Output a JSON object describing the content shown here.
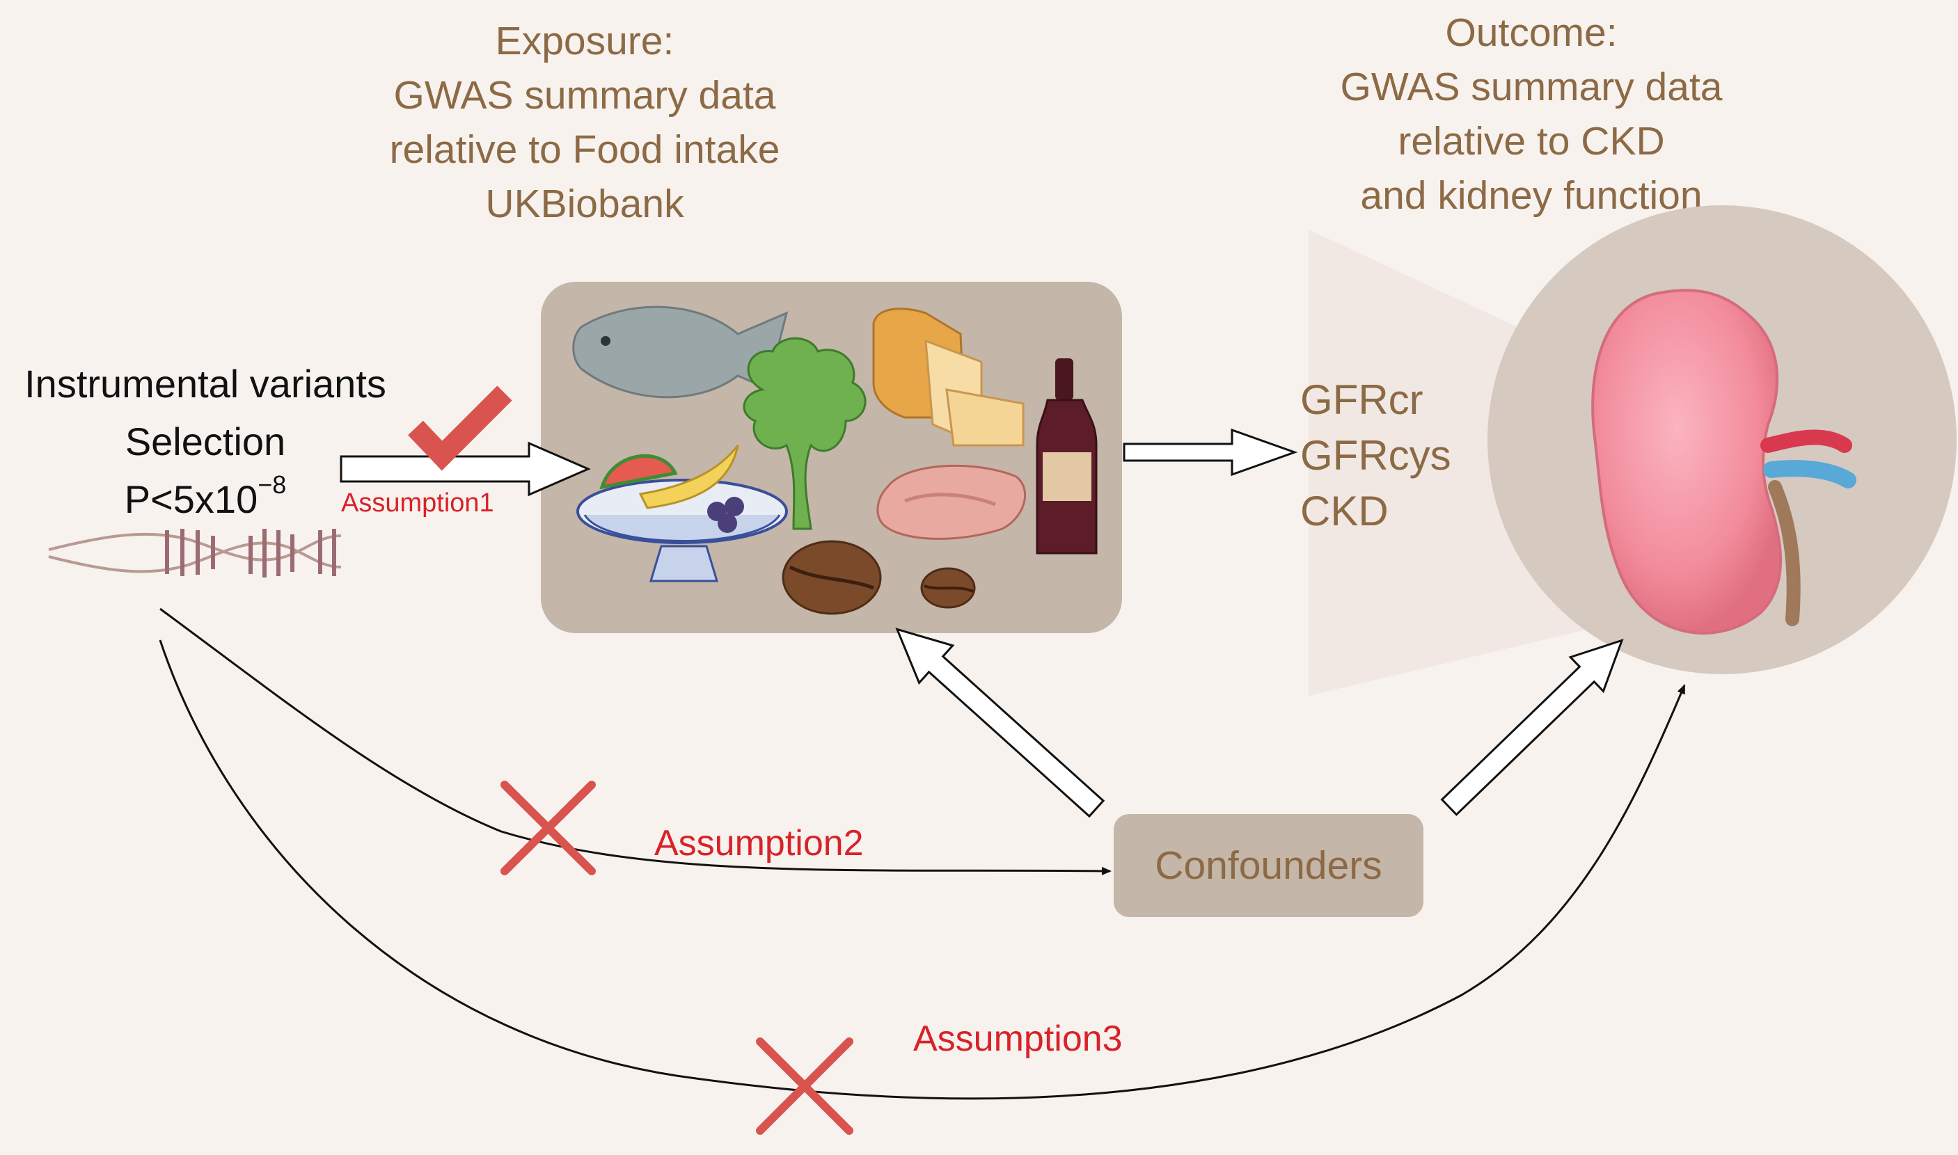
{
  "exposure": {
    "title_lines": [
      "Exposure:",
      "GWAS summary data",
      "relative to Food intake",
      "UKBiobank"
    ]
  },
  "outcome": {
    "title_lines": [
      "Outcome:",
      "GWAS summary data",
      "relative to CKD",
      "and kidney function"
    ],
    "measures": [
      "GFRcr",
      "GFRcys",
      "CKD"
    ]
  },
  "instrument": {
    "line1": "Instrumental variants",
    "line2": "Selection",
    "threshold_base": "P<5x10",
    "threshold_exp": "−8"
  },
  "assumptions": {
    "a1": "Assumption1",
    "a2": "Assumption2",
    "a3": "Assumption3"
  },
  "confounders": {
    "label": "Confounders"
  },
  "icons": {
    "check": "checkmark-icon",
    "cross": "cross-icon",
    "dna": "dna-helix-icon",
    "kidney": "kidney-icon",
    "foods": [
      "fish-icon",
      "bread-icon",
      "wine-bottle-icon",
      "lettuce-icon",
      "fruit-bowl-icon",
      "meat-icon",
      "coffee-bean-icon"
    ]
  },
  "colors": {
    "background": "#f7f2ee",
    "box_fill": "#c4b6a8",
    "title_text": "#8c6a45",
    "assumption_text": "#d8222a",
    "mark_red": "#d9534f"
  }
}
